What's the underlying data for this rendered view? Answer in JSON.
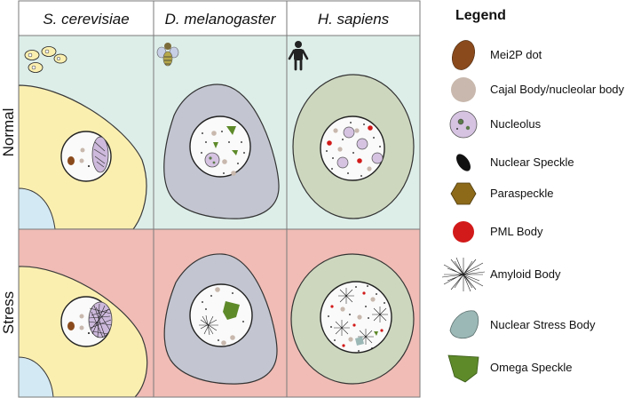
{
  "columns": [
    "S. cerevisiae",
    "D. melanogaster",
    "H. sapiens"
  ],
  "rows": [
    "Normal",
    "Stress"
  ],
  "legend": {
    "title": "Legend",
    "items": [
      {
        "label": "Mei2P dot",
        "icon": "mei2p-dot",
        "color": "#8a4a1c"
      },
      {
        "label": "Cajal Body/nucleolar body",
        "icon": "cajal-body",
        "color": "#c8b8ad"
      },
      {
        "label": "Nucleolus",
        "icon": "nucleolus",
        "color": "#d6c3e2"
      },
      {
        "label": "Nuclear Speckle",
        "icon": "nuclear-speckle",
        "color": "#111111"
      },
      {
        "label": "Paraspeckle",
        "icon": "paraspeckle",
        "color": "#8c6a1a"
      },
      {
        "label": "PML Body",
        "icon": "pml-body",
        "color": "#d21a1a"
      },
      {
        "label": "Amyloid Body",
        "icon": "amyloid-body",
        "color": "#222222"
      },
      {
        "label": "Nuclear Stress Body",
        "icon": "nuclear-stress-body",
        "color": "#9bb8b6"
      },
      {
        "label": "Omega Speckle",
        "icon": "omega-speckle",
        "color": "#5e8a2a"
      }
    ]
  },
  "colors": {
    "normal_bg": "#ddeee9",
    "stress_bg": "#f0bcb5",
    "yeast_cell": "#fbefb0",
    "fly_cell": "#c3c6d1",
    "human_cell": "#cdd7be",
    "grid": "#7a7a7a"
  }
}
